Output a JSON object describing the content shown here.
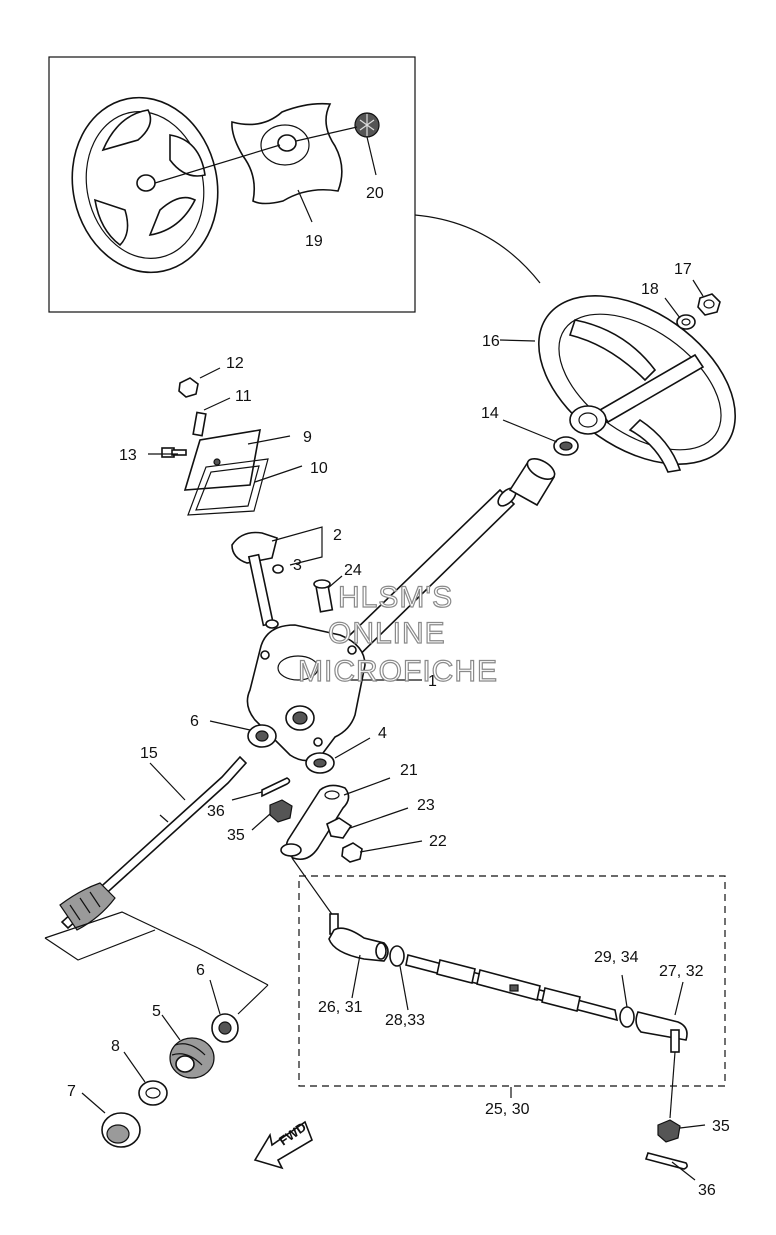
{
  "watermark": [
    "HLSM'S",
    "ONLINE",
    "MICROFICHE"
  ],
  "fwd_label": "FWD",
  "callouts": {
    "c1": "1",
    "c2": "2",
    "c3": "3",
    "c4": "4",
    "c5": "5",
    "c6a": "6",
    "c6b": "6",
    "c7": "7",
    "c8": "8",
    "c9": "9",
    "c10": "10",
    "c11": "11",
    "c12": "12",
    "c13": "13",
    "c14": "14",
    "c15": "15",
    "c16": "16",
    "c17": "17",
    "c18": "18",
    "c19": "19",
    "c20": "20",
    "c21": "21",
    "c22": "22",
    "c23": "23",
    "c24": "24",
    "c25": "25, 30",
    "c26": "26, 31",
    "c27": "27, 32",
    "c28": "28,33",
    "c29": "29, 34",
    "c35a": "35",
    "c35b": "35",
    "c36a": "36",
    "c36b": "36"
  }
}
